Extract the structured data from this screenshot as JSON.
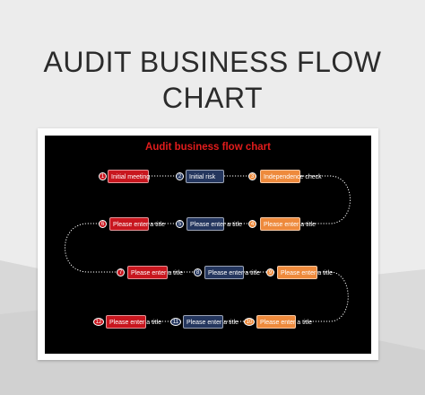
{
  "header": {
    "title_line1": "AUDIT BUSINESS FLOW",
    "title_line2": "CHART"
  },
  "diagram": {
    "title": "Audit business flow chart",
    "steps": [
      {
        "number": "1",
        "label": "Initial meeting"
      },
      {
        "number": "2",
        "label": "Initial risk"
      },
      {
        "number": "3",
        "label": "Independence check"
      },
      {
        "number": "4",
        "label": "Please enter a title"
      },
      {
        "number": "5",
        "label": "Please enter a title"
      },
      {
        "number": "6",
        "label": "Please enter a title"
      },
      {
        "number": "7",
        "label": "Please enter a title"
      },
      {
        "number": "8",
        "label": "Please enter a title"
      },
      {
        "number": "9",
        "label": "Please enter a title"
      },
      {
        "number": "10",
        "label": "Please enter a title"
      },
      {
        "number": "11",
        "label": "Please enter a title"
      },
      {
        "number": "12",
        "label": "Please enter a title"
      }
    ]
  },
  "colors": {
    "red": "#c8161e",
    "navy": "#24365e",
    "orange": "#ee8a3c",
    "title_red": "#e21c1c"
  }
}
